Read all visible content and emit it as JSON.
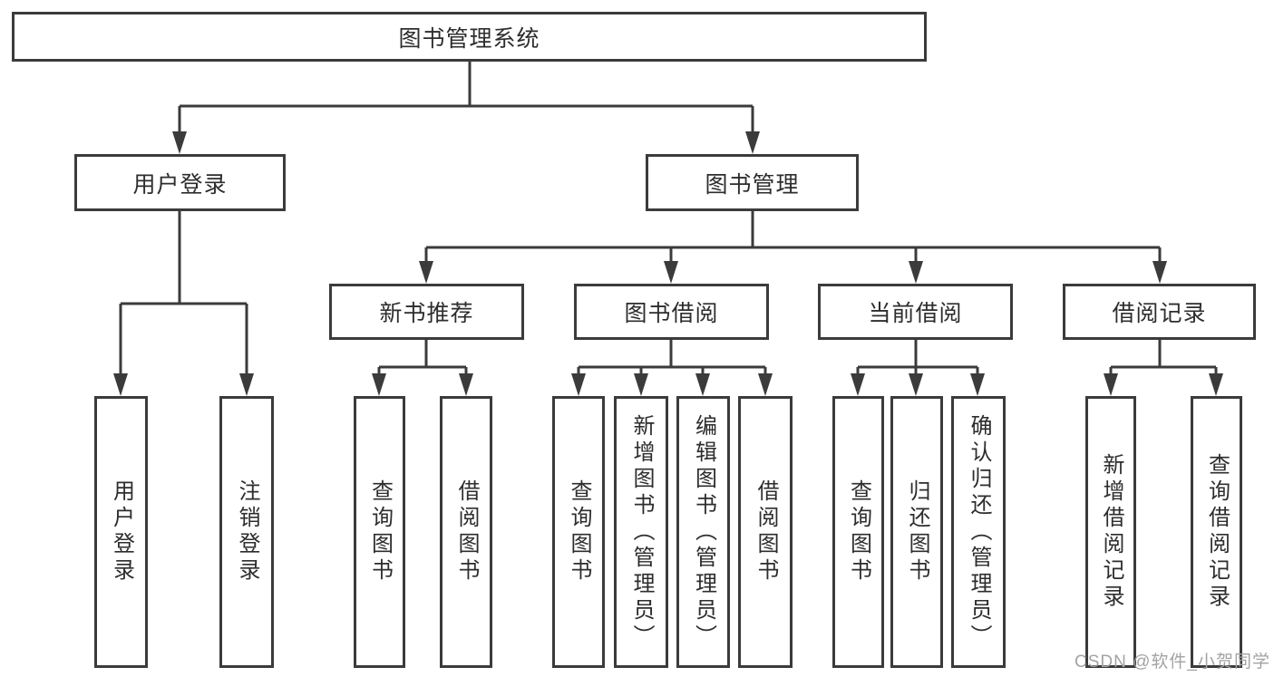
{
  "tree": {
    "root": {
      "label": "图书管理系统"
    },
    "branches": [
      {
        "label": "用户登录",
        "children": [
          {
            "label": "用户登录"
          },
          {
            "label": "注销登录"
          }
        ]
      },
      {
        "label": "图书管理",
        "children": [
          {
            "label": "新书推荐",
            "children": [
              {
                "label": "查询图书"
              },
              {
                "label": "借阅图书"
              }
            ]
          },
          {
            "label": "图书借阅",
            "children": [
              {
                "label": "查询图书"
              },
              {
                "label": "新增图书（管理员）"
              },
              {
                "label": "编辑图书（管理员）"
              },
              {
                "label": "借阅图书"
              }
            ]
          },
          {
            "label": "当前借阅",
            "children": [
              {
                "label": "查询图书"
              },
              {
                "label": "归还图书"
              },
              {
                "label": "确认归还（管理员）"
              }
            ]
          },
          {
            "label": "借阅记录",
            "children": [
              {
                "label": "新增借阅记录"
              },
              {
                "label": "查询借阅记录"
              }
            ]
          }
        ]
      }
    ]
  },
  "watermark": {
    "text": "CSDN @软件_小贺同学"
  },
  "colors": {
    "line": "#3b3b3b",
    "text": "#2d2d2d",
    "background": "#ffffff",
    "watermark": "#a3a3a3"
  }
}
